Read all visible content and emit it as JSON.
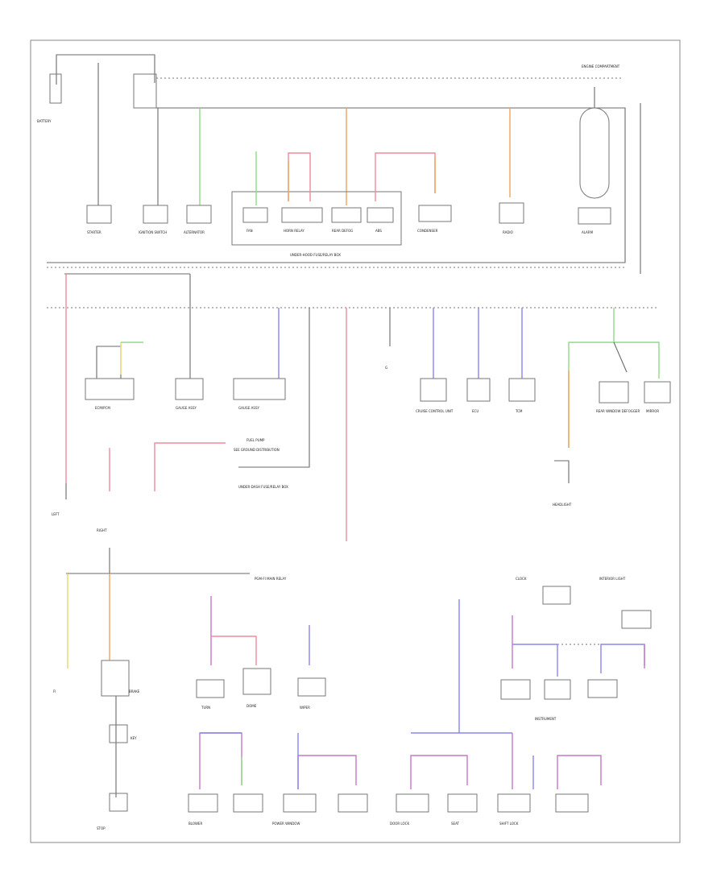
{
  "diagram": {
    "page_code": "",
    "colors": {
      "red": "#f08a9c",
      "orange": "#f3a35a",
      "green": "#8fdc86",
      "blue": "#8a86ef",
      "purple": "#c777c9",
      "yellow": "#e5d86b",
      "gray": "#6a6a6a",
      "line": "#777777"
    },
    "labels": [
      {
        "id": "l-battery",
        "text": "BATTERY"
      },
      {
        "id": "l-top-right",
        "text": "ENGINE COMPARTMENT"
      },
      {
        "id": "l-uh-box",
        "text": "UNDER-HOOD FUSE/RELAY BOX"
      },
      {
        "id": "l-starter",
        "text": "STARTER"
      },
      {
        "id": "l-ign-sw",
        "text": "IGNITION SWITCH"
      },
      {
        "id": "l-alt",
        "text": "ALTERNATOR"
      },
      {
        "id": "l-fan",
        "text": "FAN"
      },
      {
        "id": "l-horn",
        "text": "HORN RELAY"
      },
      {
        "id": "l-rear",
        "text": "REAR DEFOG"
      },
      {
        "id": "l-abs",
        "text": "ABS"
      },
      {
        "id": "l-cond",
        "text": "CONDENSER"
      },
      {
        "id": "l-radio",
        "text": "RADIO"
      },
      {
        "id": "l-alarm",
        "text": "ALARM"
      },
      {
        "id": "l-ecm",
        "text": "ECM/PCM"
      },
      {
        "id": "l-dash-1",
        "text": "GAUGE ASSY"
      },
      {
        "id": "l-dash-2",
        "text": "GAUGE ASSY"
      },
      {
        "id": "l-fuel",
        "text": "FUEL PUMP"
      },
      {
        "id": "l-ip-box",
        "text": "UNDER-DASH FUSE/RELAY BOX"
      },
      {
        "id": "l-ground",
        "text": "G"
      },
      {
        "id": "l-cruise",
        "text": "CRUISE CONTROL UNIT"
      },
      {
        "id": "l-ecu",
        "text": "ECU"
      },
      {
        "id": "l-tcm",
        "text": "TCM"
      },
      {
        "id": "l-rear-win",
        "text": "REAR WINDOW DEFOGGER"
      },
      {
        "id": "l-mirror",
        "text": "MIRROR"
      },
      {
        "id": "l-hl",
        "text": "HEADLIGHT"
      },
      {
        "id": "l-left",
        "text": "LEFT"
      },
      {
        "id": "l-right",
        "text": "RIGHT"
      },
      {
        "id": "l-note",
        "text": "SEE GROUND DISTRIBUTION"
      },
      {
        "id": "l-pgm",
        "text": "PGM-FI MAIN RELAY"
      },
      {
        "id": "l-fi",
        "text": "FI"
      },
      {
        "id": "l-brake",
        "text": "BRAKE"
      },
      {
        "id": "l-key",
        "text": "KEY"
      },
      {
        "id": "l-stop",
        "text": "STOP"
      },
      {
        "id": "l-turn",
        "text": "TURN"
      },
      {
        "id": "l-dome",
        "text": "DOME"
      },
      {
        "id": "l-wiper",
        "text": "WIPER"
      },
      {
        "id": "l-blower",
        "text": "BLOWER"
      },
      {
        "id": "l-power",
        "text": "POWER WINDOW"
      },
      {
        "id": "l-lock",
        "text": "DOOR LOCK"
      },
      {
        "id": "l-seat",
        "text": "SEAT"
      },
      {
        "id": "l-shift",
        "text": "SHIFT LOCK"
      },
      {
        "id": "l-clock",
        "text": "CLOCK"
      },
      {
        "id": "l-int",
        "text": "INTERIOR LIGHT"
      },
      {
        "id": "l-inst",
        "text": "INSTRUMENT"
      }
    ]
  }
}
